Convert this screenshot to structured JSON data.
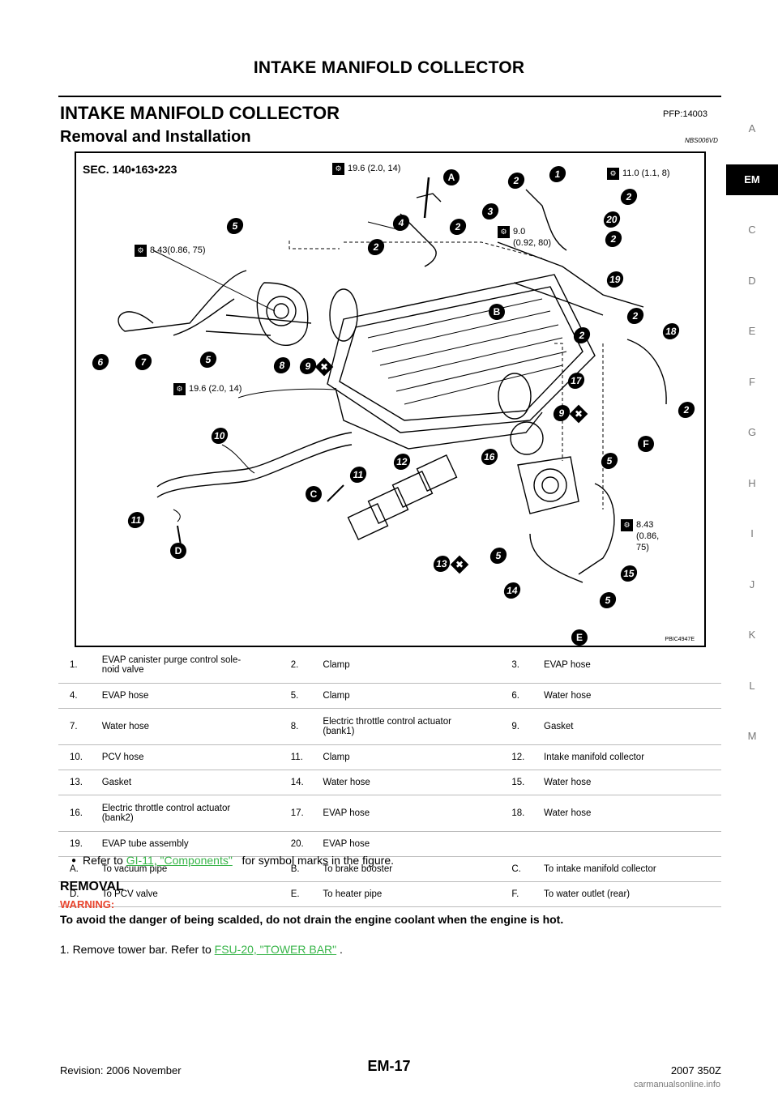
{
  "header": {
    "title": "INTAKE MANIFOLD COLLECTOR"
  },
  "section": {
    "title": "INTAKE MANIFOLD COLLECTOR",
    "pfp": "PFP:14003"
  },
  "subsection": {
    "title": "Removal and Installation",
    "code": "NBS006VD"
  },
  "diagram": {
    "sec_label": "SEC. 140•163•223",
    "image_id": "PBIC4947E",
    "torques": [
      {
        "text": "19.6 (2.0, 14)"
      },
      {
        "text": "11.0 (1.1, 8)"
      },
      {
        "text": "8.43(0.86, 75)"
      },
      {
        "text": "9.0\n(0.92, 80)"
      },
      {
        "text": "19.6 (2.0, 14)"
      },
      {
        "text": "8.43\n(0.86,\n75)"
      }
    ],
    "callouts": [
      "1",
      "2",
      "3",
      "2",
      "4",
      "2",
      "20",
      "2",
      "5",
      "2",
      "19",
      "2",
      "2",
      "18",
      "6",
      "7",
      "5",
      "8",
      "9",
      "17",
      "9",
      "2",
      "10",
      "11",
      "12",
      "16",
      "5",
      "11",
      "13",
      "5",
      "15",
      "14",
      "5"
    ],
    "refs": [
      "A",
      "B",
      "C",
      "D",
      "E",
      "F"
    ],
    "xmark": "✖"
  },
  "legend": [
    [
      {
        "num": "1.",
        "desc": "EVAP canister purge control sole-\nnoid valve"
      },
      {
        "num": "2.",
        "desc": "Clamp"
      },
      {
        "num": "3.",
        "desc": "EVAP hose"
      }
    ],
    [
      {
        "num": "4.",
        "desc": "EVAP hose"
      },
      {
        "num": "5.",
        "desc": "Clamp"
      },
      {
        "num": "6.",
        "desc": "Water hose"
      }
    ],
    [
      {
        "num": "7.",
        "desc": "Water hose"
      },
      {
        "num": "8.",
        "desc": "Electric throttle control actuator\n(bank1)"
      },
      {
        "num": "9.",
        "desc": "Gasket"
      }
    ],
    [
      {
        "num": "10.",
        "desc": "PCV hose"
      },
      {
        "num": "11.",
        "desc": "Clamp"
      },
      {
        "num": "12.",
        "desc": "Intake manifold collector"
      }
    ],
    [
      {
        "num": "13.",
        "desc": "Gasket"
      },
      {
        "num": "14.",
        "desc": "Water hose"
      },
      {
        "num": "15.",
        "desc": "Water hose"
      }
    ],
    [
      {
        "num": "16.",
        "desc": "Electric throttle control actuator\n(bank2)"
      },
      {
        "num": "17.",
        "desc": "EVAP hose"
      },
      {
        "num": "18.",
        "desc": "Water hose"
      }
    ],
    [
      {
        "num": "19.",
        "desc": "EVAP tube assembly"
      },
      {
        "num": "20.",
        "desc": "EVAP hose"
      },
      {
        "num": "",
        "desc": ""
      }
    ],
    [
      {
        "num": "A.",
        "desc": "To vacuum pipe"
      },
      {
        "num": "B.",
        "desc": "To brake booster"
      },
      {
        "num": "C.",
        "desc": "To intake manifold collector"
      }
    ],
    [
      {
        "num": "D.",
        "desc": "To PCV valve"
      },
      {
        "num": "E.",
        "desc": "To heater pipe"
      },
      {
        "num": "F.",
        "desc": "To water outlet (rear)"
      }
    ]
  ],
  "body": {
    "bullet_prefix": "Refer to",
    "bullet_link": "GI-11, \"Components\"",
    "bullet_suffix": "for symbol marks in the figure.",
    "removal_title": "REMOVAL",
    "warning_title": "WARNING:",
    "warning_text": "To avoid the danger of being scalded, do not drain the engine coolant when the engine is hot.",
    "step1_prefix": "1.   Remove tower bar. Refer to",
    "step1_link": "FSU-20, \"TOWER BAR\"",
    "step1_suffix": "."
  },
  "footer": {
    "revision": "Revision: 2006 November",
    "page": "EM-17",
    "model": "2007 350Z"
  },
  "side_index": [
    "A",
    "EM",
    "C",
    "D",
    "E",
    "F",
    "G",
    "H",
    "I",
    "J",
    "K",
    "L",
    "M"
  ],
  "watermark": "carmanualsonline.info"
}
